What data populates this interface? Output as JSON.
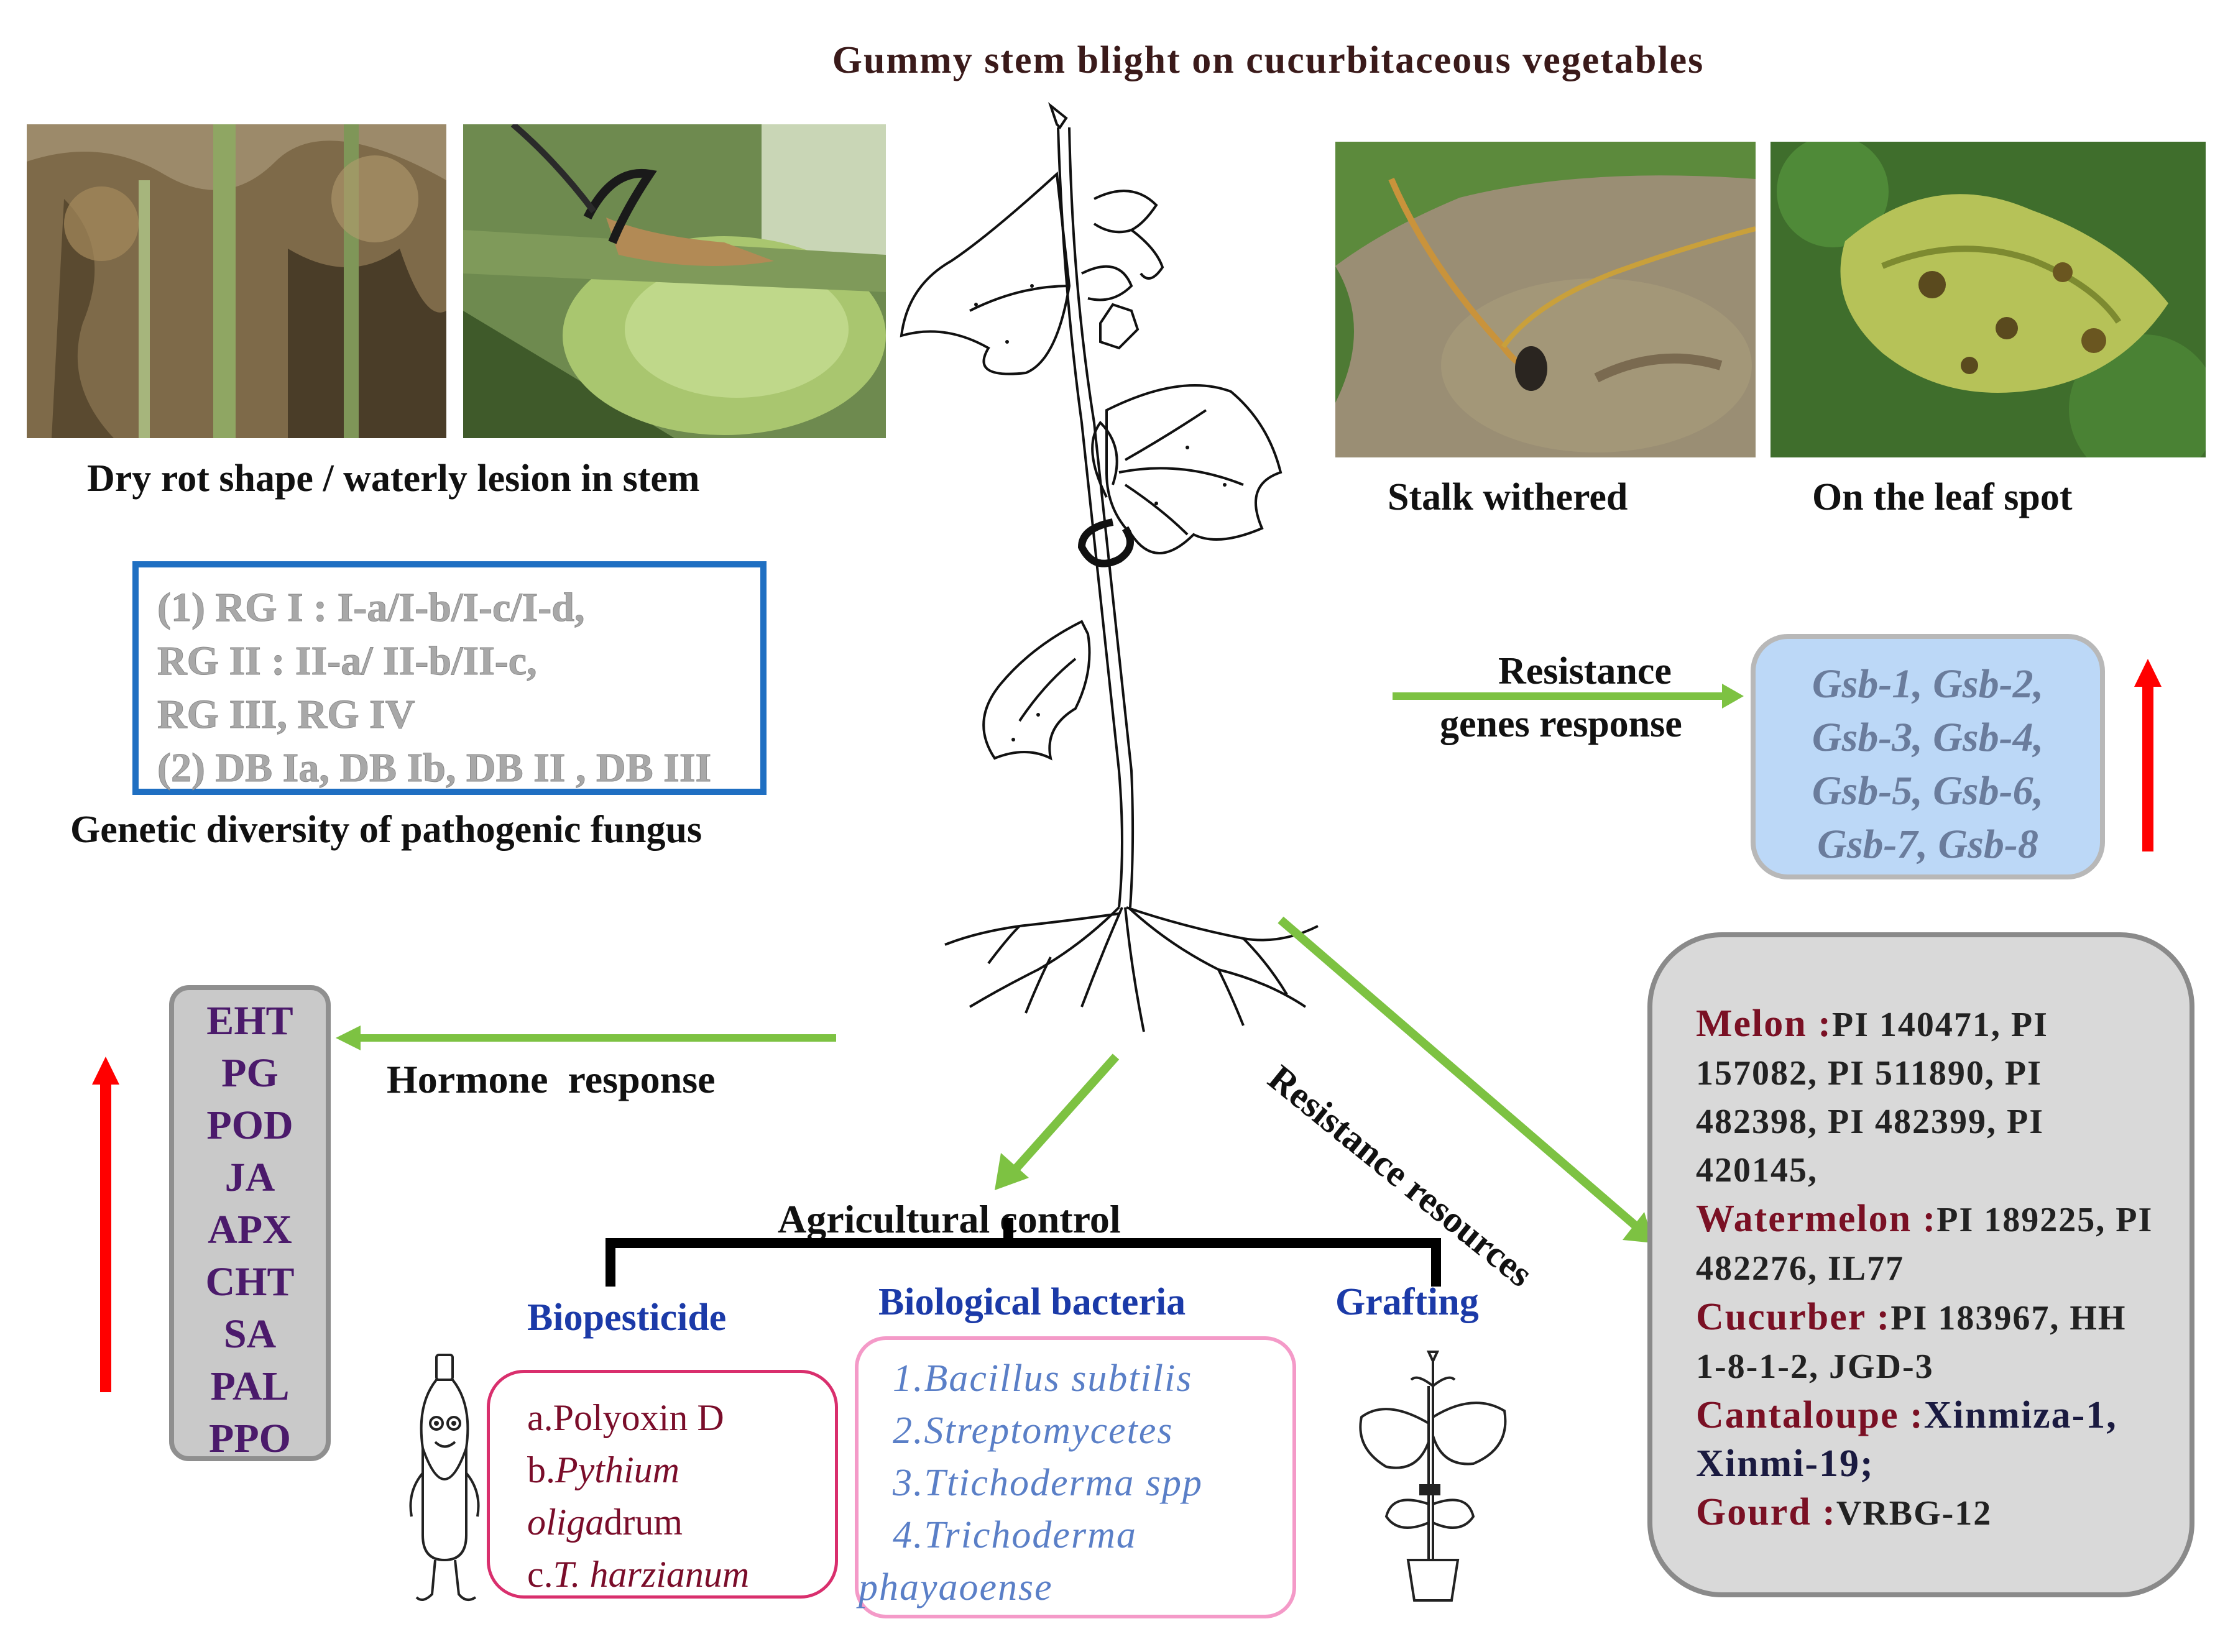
{
  "title": "Gummy stem blight on cucurbitaceous vegetables",
  "captions": {
    "stem": "Dry rot shape / waterly lesion in stem",
    "stalk": "Stalk withered",
    "leaf": "On the leaf spot",
    "genetic": "Genetic diversity of pathogenic fungus"
  },
  "rg_lines": [
    "(1) RG I : I-a/I-b/I-c/I-d,",
    " RG II : II-a/ II-b/II-c,",
    "RG III, RG IV",
    "(2) DB Ia, DB Ib,  DB II , DB III"
  ],
  "resistance_genes": {
    "label_line1": "Resistance",
    "label_line2": "genes response",
    "lines": [
      "Gsb-1, Gsb-2,",
      "Gsb-3, Gsb-4,",
      "Gsb-5, Gsb-6,",
      "Gsb-7, Gsb-8"
    ]
  },
  "hormone": {
    "label": "Hormone  response",
    "items": [
      "EHT",
      "PG",
      "POD",
      "JA",
      "APX",
      "CHT",
      "SA",
      "PAL",
      "PPO"
    ]
  },
  "resistance_resources": {
    "label": "Resistance resources",
    "melon_name": "Melon :",
    "melon_val": "PI 140471, PI 157082, PI 511890, PI 482398, PI 482399, PI 420145,",
    "watermelon_name": "Watermelon :",
    "watermelon_val": "PI 189225, PI 482276, IL77",
    "cucurber_name": "Cucurber :",
    "cucurber_val": "PI 183967, HH 1-8-1-2, JGD-3",
    "cantaloupe_name": "Cantaloupe :",
    "cantaloupe_val": "Xinmiza-1, Xinmi-19;",
    "gourd_name": "Gourd :",
    "gourd_val": "VRBG-12"
  },
  "agricultural": {
    "label": "Agricultural control",
    "biopesticide": "Biopesticide",
    "bacteria": "Biological bacteria",
    "grafting": "Grafting",
    "bio_a": "a.Polyoxin D",
    "bio_b_prefix": "b.",
    "bio_b_italic": "Pythium",
    "bio_b2_italic": "oliga",
    "bio_b2_rest": "drum",
    "bio_c_prefix": "c.",
    "bio_c_italic": "T. harzianum",
    "bac_lines": [
      "1.Bacillus subtilis",
      "2.Streptomycetes",
      "3.Tticho­derma spp",
      "4.Trichoderma",
      "phayaoense"
    ]
  },
  "colors": {
    "arrow_green": "#7dc242",
    "arrow_red": "#ff0000",
    "rg_border": "#1f6fc2",
    "gene_bg": "#bcd8f7"
  }
}
